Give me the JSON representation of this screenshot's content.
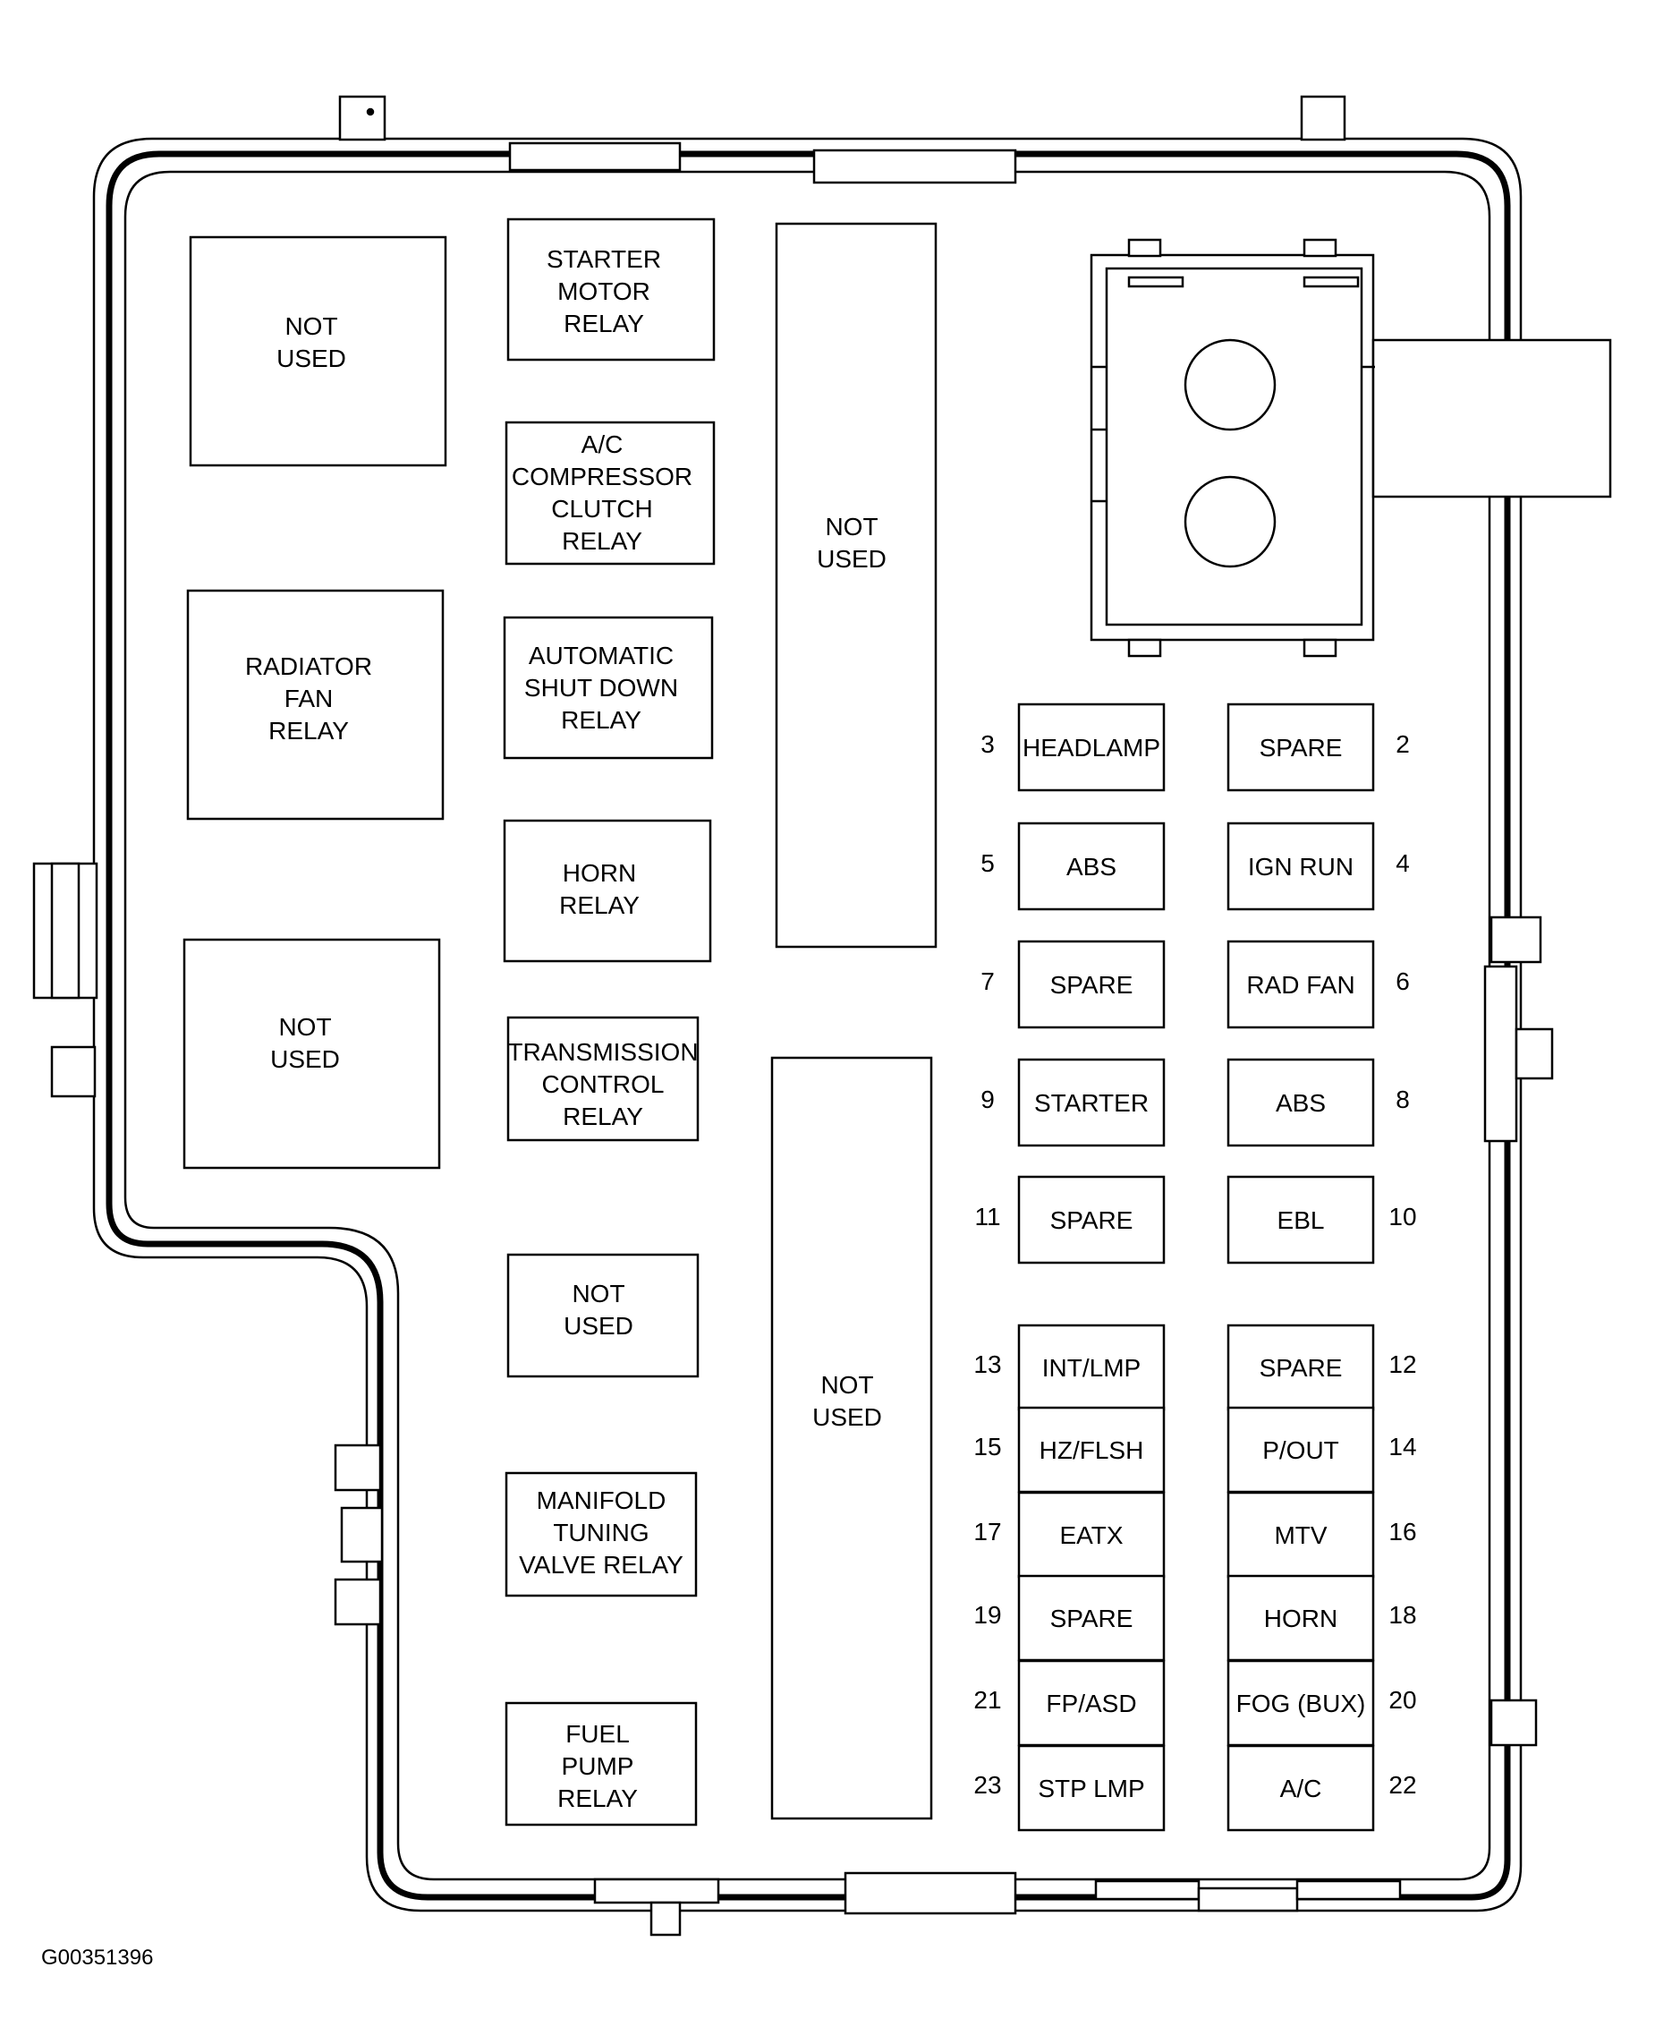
{
  "diagram_code": "G00351396",
  "relays": {
    "starter_motor": [
      "STARTER",
      "MOTOR",
      "RELAY"
    ],
    "ac_compressor": [
      "A/C",
      "COMPRESSOR",
      "CLUTCH",
      "RELAY"
    ],
    "auto_shutdown": [
      "AUTOMATIC",
      "SHUT DOWN",
      "RELAY"
    ],
    "horn": [
      "HORN",
      "RELAY"
    ],
    "transmission": [
      "TRANSMISSION",
      "CONTROL",
      "RELAY"
    ],
    "not_used_mid": [
      "NOT",
      "USED"
    ],
    "manifold": [
      "MANIFOLD",
      "TUNING",
      "VALVE RELAY"
    ],
    "fuel_pump": [
      "FUEL",
      "PUMP",
      "RELAY"
    ],
    "not_used_top_left": [
      "NOT",
      "USED"
    ],
    "radiator_fan": [
      "RADIATOR",
      "FAN",
      "RELAY"
    ],
    "not_used_low_left": [
      "NOT",
      "USED"
    ],
    "not_used_tall_upper": [
      "NOT",
      "USED"
    ],
    "not_used_tall_lower": [
      "NOT",
      "USED"
    ]
  },
  "fuses": [
    {
      "num": "3",
      "label": "HEADLAMP"
    },
    {
      "num": "2",
      "label": "SPARE"
    },
    {
      "num": "5",
      "label": "ABS"
    },
    {
      "num": "4",
      "label": "IGN RUN"
    },
    {
      "num": "7",
      "label": "SPARE"
    },
    {
      "num": "6",
      "label": "RAD FAN"
    },
    {
      "num": "9",
      "label": "STARTER"
    },
    {
      "num": "8",
      "label": "ABS"
    },
    {
      "num": "11",
      "label": "SPARE"
    },
    {
      "num": "10",
      "label": "EBL"
    },
    {
      "num": "13",
      "label": "INT/LMP"
    },
    {
      "num": "12",
      "label": "SPARE"
    },
    {
      "num": "15",
      "label": "HZ/FLSH"
    },
    {
      "num": "14",
      "label": "P/OUT"
    },
    {
      "num": "17",
      "label": "EATX"
    },
    {
      "num": "16",
      "label": "MTV"
    },
    {
      "num": "19",
      "label": "SPARE"
    },
    {
      "num": "18",
      "label": "HORN"
    },
    {
      "num": "21",
      "label": "FP/ASD"
    },
    {
      "num": "20",
      "label": "FOG (BUX)"
    },
    {
      "num": "23",
      "label": "STP LMP"
    },
    {
      "num": "22",
      "label": "A/C"
    }
  ]
}
